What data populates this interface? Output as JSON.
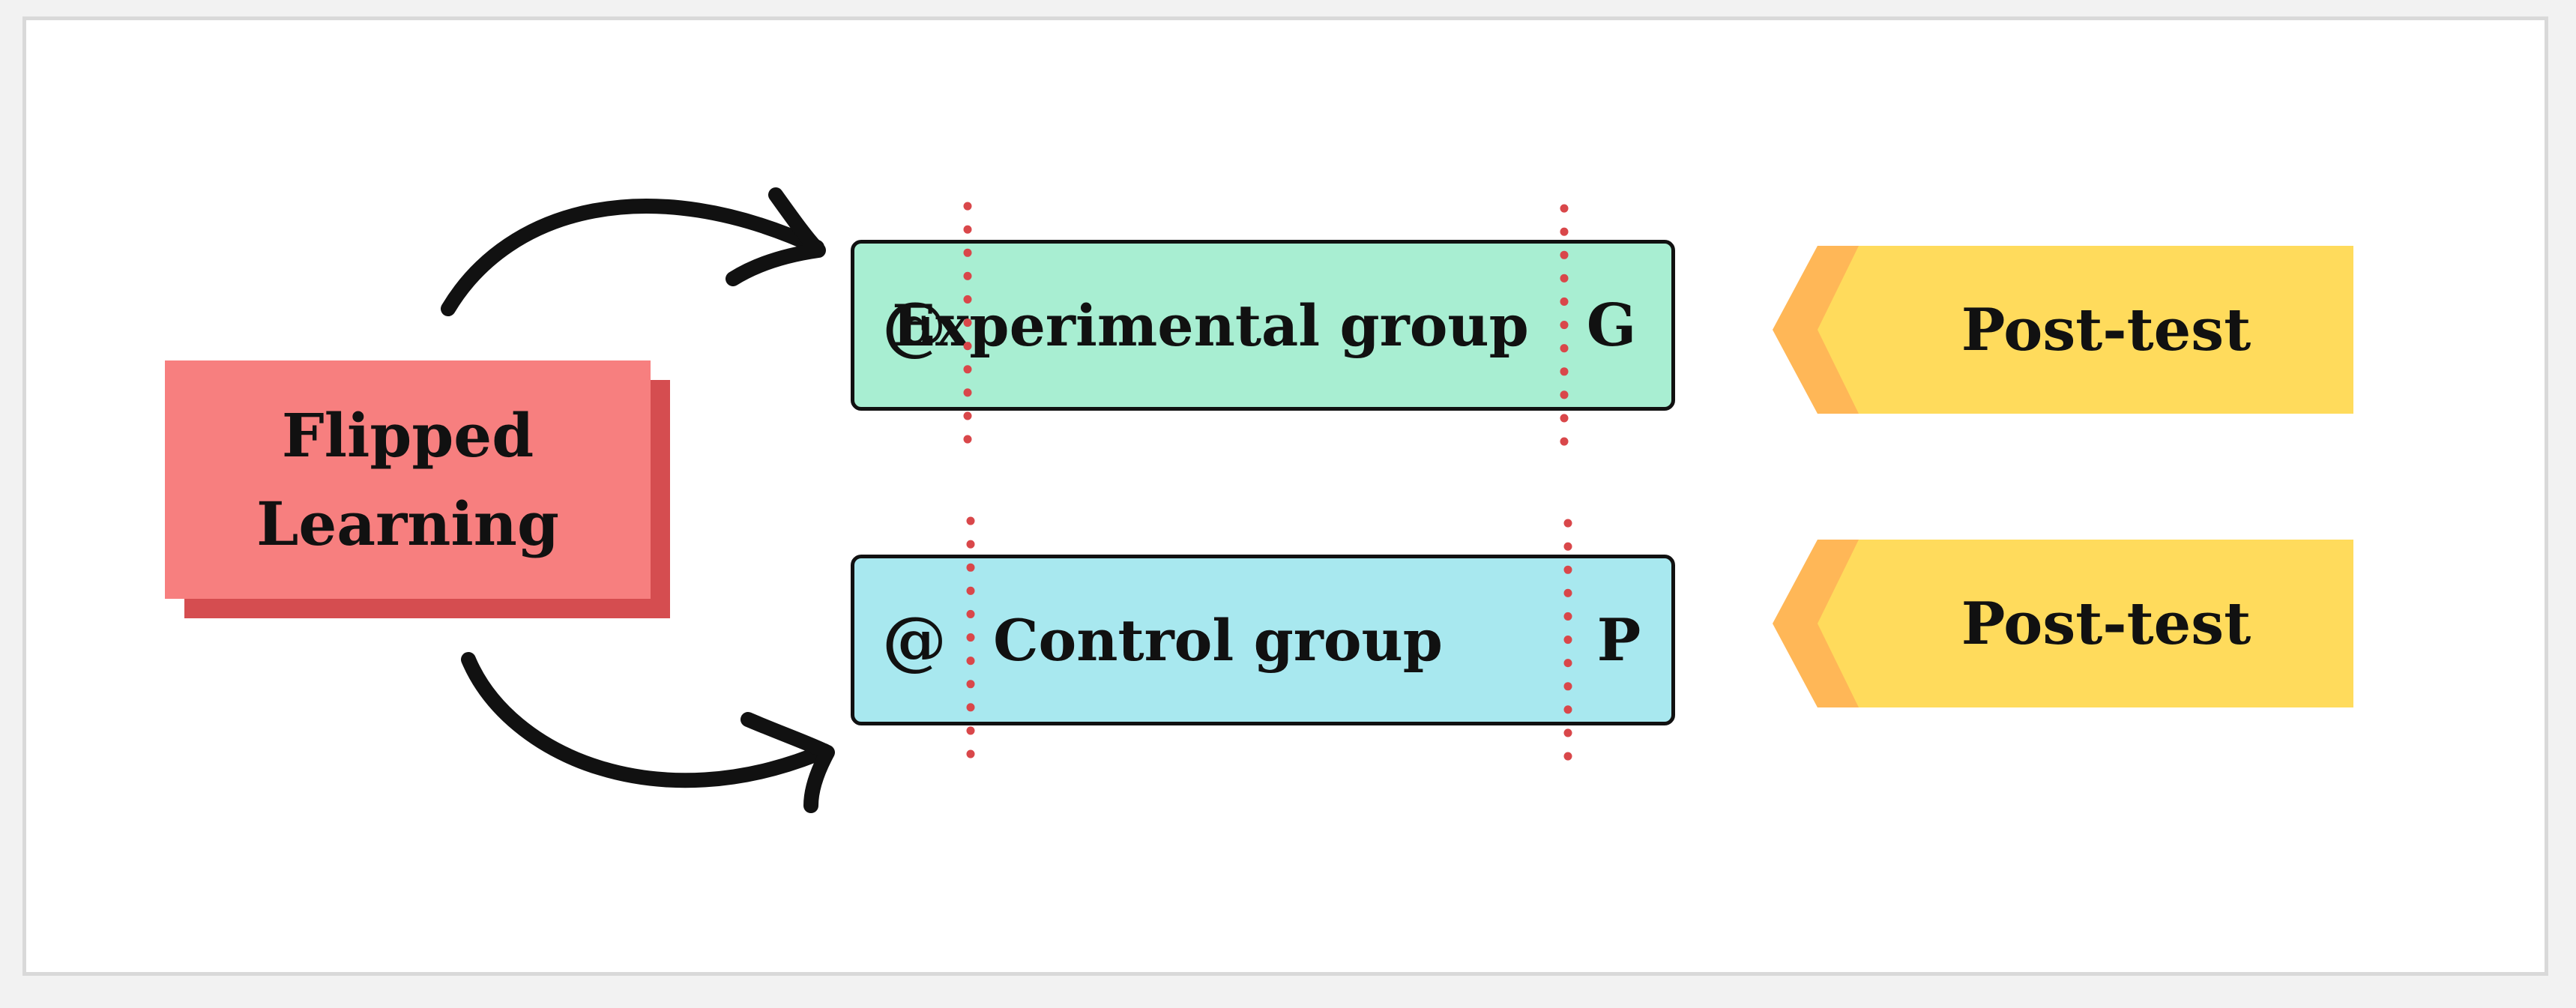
{
  "diagram": {
    "source": {
      "line1": "Flipped",
      "line2": "Learning"
    },
    "groups": [
      {
        "prefix": "@",
        "name": "Experimental group",
        "suffix": "G",
        "fill": "#a8eed2"
      },
      {
        "prefix": "@",
        "name": "Control group",
        "suffix": "P",
        "fill": "#a8e8ef"
      }
    ],
    "outcomes": [
      {
        "label": "Post-test"
      },
      {
        "label": "Post-test"
      }
    ]
  },
  "colors": {
    "source_fill": "#f77f7f",
    "source_shadow": "#d54d50",
    "tag_fill": "#ffdb5c",
    "tag_notch": "#ffb757",
    "divider": "#d9474a",
    "border": "#111111"
  }
}
